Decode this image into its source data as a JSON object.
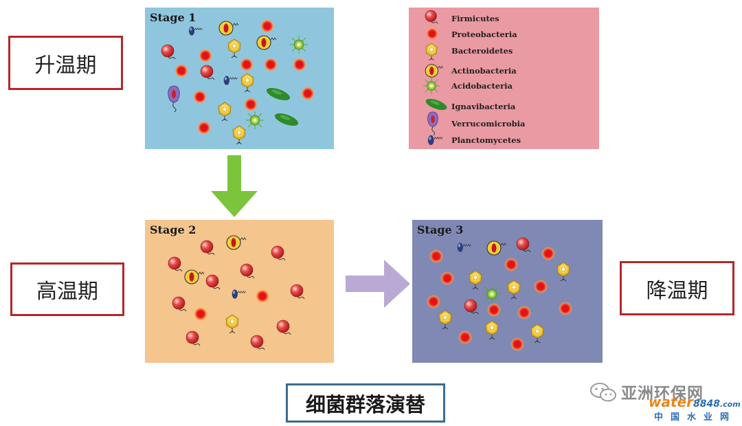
{
  "phases": {
    "heating": "升温期",
    "thermophilic": "高温期",
    "cooling": "降温期"
  },
  "stages": {
    "stage1": {
      "title": "Stage 1"
    },
    "stage2": {
      "title": "Stage 2"
    },
    "stage3": {
      "title": "Stage 3"
    }
  },
  "legend": [
    {
      "label": "Firmicutes",
      "icon": "firmicutes-icon"
    },
    {
      "label": "Proteobacteria",
      "icon": "proteobacteria-icon"
    },
    {
      "label": "Bacteroidetes",
      "icon": "bacteroidetes-icon"
    },
    {
      "label": "Actinobacteria",
      "icon": "actinobacteria-icon"
    },
    {
      "label": "Acidobacteria",
      "icon": "acidobacteria-icon"
    },
    {
      "label": "Ignavibacteria",
      "icon": "ignavibacteria-icon"
    },
    {
      "label": "Verrucomicrobia",
      "icon": "verrucomicrobia-icon"
    },
    {
      "label": "Planctomycetes",
      "icon": "planctomycetes-icon"
    }
  ],
  "caption": "细菌群落演替",
  "watermark": {
    "name": "亚洲环保网",
    "logo_text": "water",
    "logo_number": "8848",
    "logo_suffix": ".com",
    "cn_text": "中国水业网"
  },
  "colors": {
    "stage1_bg": "#8fc6de",
    "stage2_bg": "#f4c58d",
    "stage3_bg": "#8089b3",
    "legend_bg": "#ea9aa2",
    "phase_border": "#b5262a",
    "caption_border": "#3b6b91",
    "arrow_down": "#7cc43b",
    "arrow_right": "#b9a9d4"
  }
}
